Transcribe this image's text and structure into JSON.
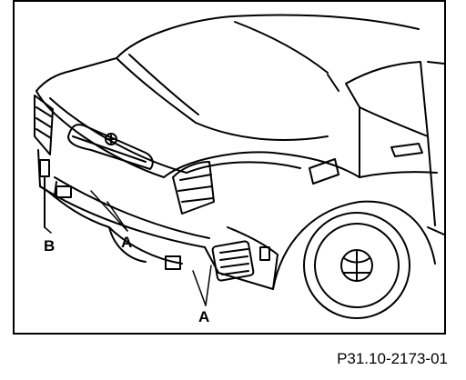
{
  "figure": {
    "callouts": {
      "a_upper": "A",
      "a_lower": "A",
      "b": "B"
    },
    "reference_code": "P31.10-2173-01"
  },
  "colors": {
    "line": "#000000",
    "background": "#ffffff"
  }
}
